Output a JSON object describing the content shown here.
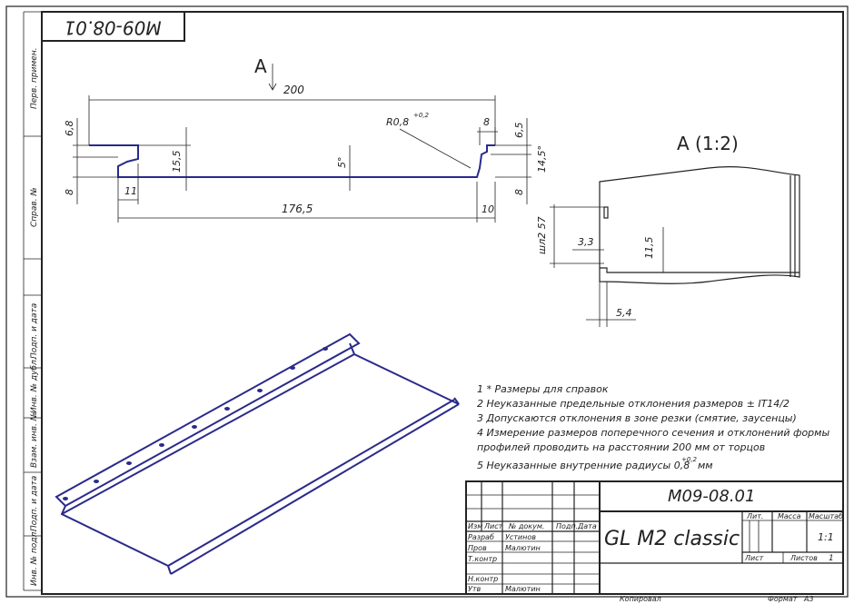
{
  "frame": {
    "rotated_code": "М09-08.01",
    "margin_labels": [
      "Перв. примен.",
      "Справ. №",
      "Подп. и дата",
      "Инв. № дубл.",
      "Взам. инв. №",
      "Подп. и дата",
      "Инв. № подл."
    ]
  },
  "profile": {
    "view_marker": "A",
    "dims": {
      "overall_width": "200",
      "left_flange_height": "6,8",
      "left_step": "8",
      "left_lock_height": "15,5",
      "left_lock_width": "11",
      "center_bend": "5°",
      "radius": "R0,8",
      "radius_tol": "+0,2",
      "right_flange_width": "8",
      "right_flange_height": "6,5",
      "right_step": "14,5°",
      "right_base": "8",
      "inner_width": "176,5",
      "right_lock_width": "10"
    }
  },
  "detail": {
    "title": "A (1:2)",
    "dims": {
      "slot": "шл2 57",
      "offset": "3,3",
      "height": "11,5",
      "bottom": "5,4"
    }
  },
  "notes": [
    "1  * Размеры для справок",
    "2  Неуказанные предельные отклонения размеров  ± IT14/2",
    "3  Допускаются отклонения в зоне резки (смятие, заусенцы)",
    "4  Измерение размеров поперечного сечения и отклонений формы",
    "профилей проводить на расстоянии 200 мм от торцов",
    "5  Неуказанные внутренние радиусы 0,8",
    "+0,2",
    "мм"
  ],
  "title_block": {
    "doc_code": "М09-08.01",
    "name": "GL M2 classic",
    "col_headers": [
      "Изм",
      "Лист",
      "№ докум.",
      "Подп.",
      "Дата"
    ],
    "roles": [
      "Разраб",
      "Пров",
      "Т.контр",
      "",
      "Н.контр",
      "Утв"
    ],
    "names": [
      "Устинов",
      "Малютин",
      "",
      "",
      "",
      "Малютин"
    ],
    "lit_label": "Лит.",
    "mass_label": "Масса",
    "scale_label": "Масштаб",
    "scale_value": "1:1",
    "sheet_label": "Лист",
    "sheets_label": "Листов",
    "sheets_value": "1",
    "copied_label": "Копировал",
    "format_label": "Формат",
    "format_value": "А3"
  }
}
